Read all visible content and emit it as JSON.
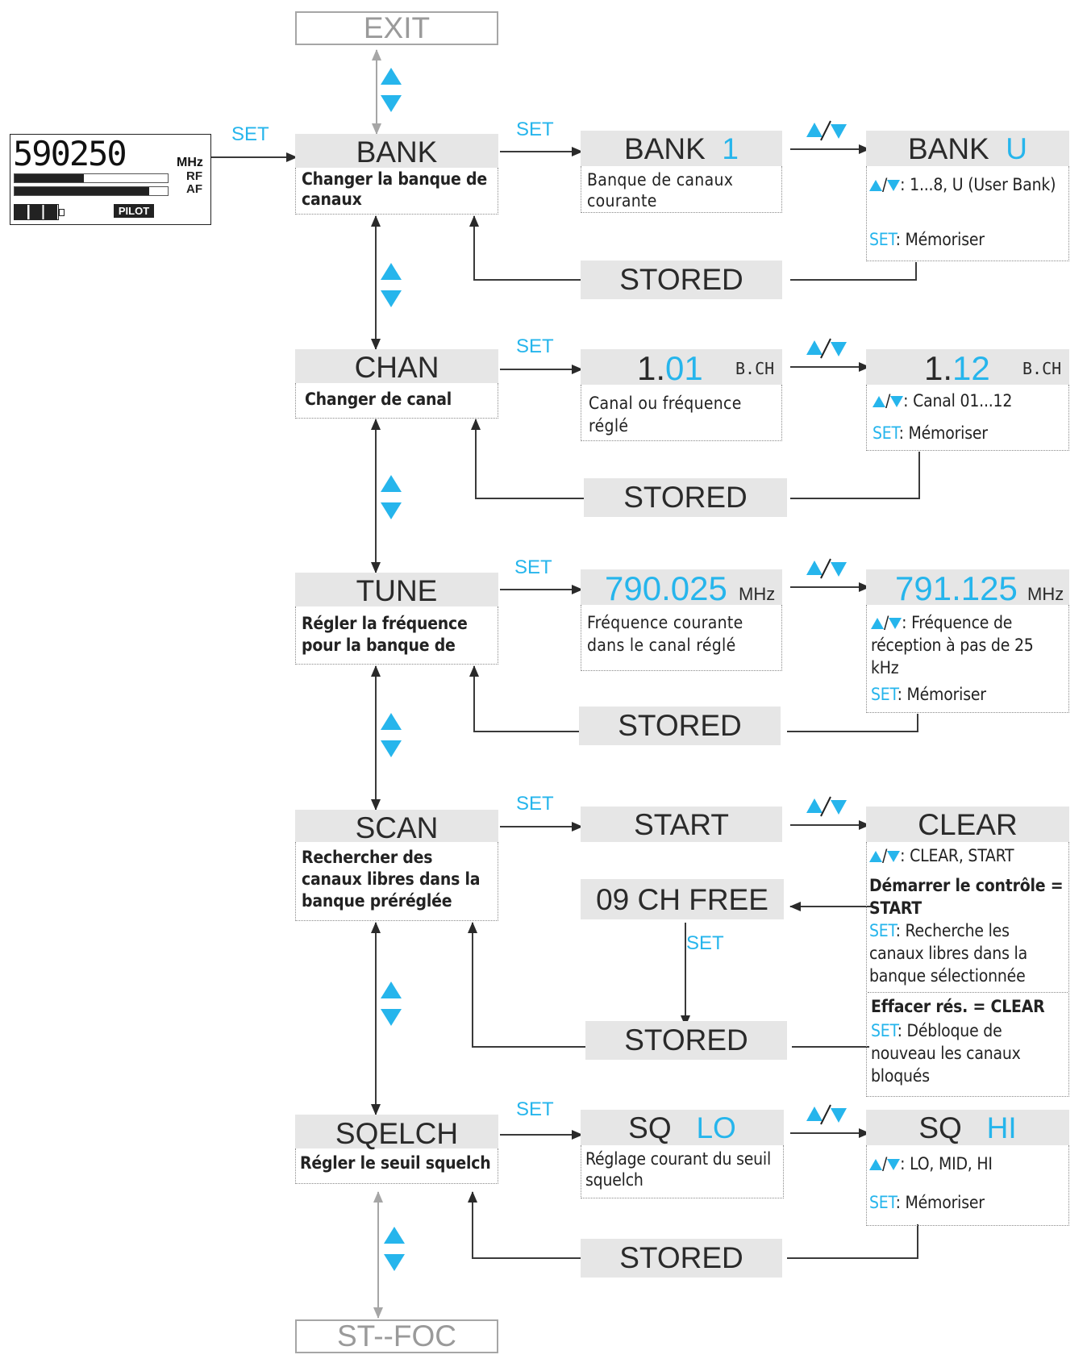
{
  "display": {
    "frequency": "590250",
    "unit": "MHz",
    "rf_label": "RF",
    "af_label": "AF",
    "pilot_label": "PILOT"
  },
  "set_label": "SET",
  "exit_label": "EXIT",
  "stfoc_label": "ST--FOC",
  "menus": {
    "bank": {
      "title": "BANK",
      "desc": "Changer la banque de canaux",
      "current_prefix": "BANK",
      "current_value": "1",
      "current_desc": "Banque de canaux courante",
      "new_prefix": "BANK",
      "new_value": "U",
      "range": ": 1...8, U (User Bank)",
      "store": "SET",
      "store_text": ": Mémoriser",
      "stored": "STORED"
    },
    "chan": {
      "title": "CHAN",
      "desc": "Changer de canal",
      "current_prefix": "1.",
      "current_value": "01",
      "current_unit": "B.CH",
      "current_desc": "Canal ou fréquence réglé",
      "new_prefix": "1.",
      "new_value": "12",
      "new_unit": "B.CH",
      "range": ": Canal  01...12",
      "store": "SET",
      "store_text": ": Mémoriser",
      "stored": "STORED"
    },
    "tune": {
      "title": "TUNE",
      "desc": "Régler la fréquence pour la banque de",
      "current_value": "790.025",
      "current_unit": "MHz",
      "current_desc": "Fréquence courante dans le canal réglé",
      "new_value": "791.125",
      "new_unit": "MHz",
      "range": ": Fréquence de réception à pas de 25 kHz",
      "store": "SET",
      "store_text": ": Mémoriser",
      "stored": "STORED"
    },
    "scan": {
      "title": "SCAN",
      "desc": "Rechercher des canaux libres dans la banque préréglée",
      "start": "START",
      "clear": "CLEAR",
      "range": ": CLEAR, START",
      "start_head": "Démarrer le contrôle = START",
      "start_set": "SET",
      "start_text": ": Recherche les canaux libres dans la banque sélectionnée",
      "clear_head": "Effacer rés. = CLEAR",
      "clear_set": "SET",
      "clear_text": ": Débloque de nouveau les canaux bloqués",
      "free": "09 CH FREE",
      "stored": "STORED"
    },
    "sqelch": {
      "title": "SQELCH",
      "desc": "Régler le seuil squelch",
      "current_prefix": "SQ",
      "current_value": "LO",
      "current_desc": "Réglage courant du seuil squelch",
      "new_prefix": "SQ",
      "new_value": "HI",
      "range": ":  LO, MID, HI",
      "store": "SET",
      "store_text": ": Mémoriser",
      "stored": "STORED"
    }
  },
  "colors": {
    "accent": "#26b5ec",
    "box": "#e6e6e6",
    "line": "#3a3a3a",
    "muted": "#a6a6a6"
  }
}
